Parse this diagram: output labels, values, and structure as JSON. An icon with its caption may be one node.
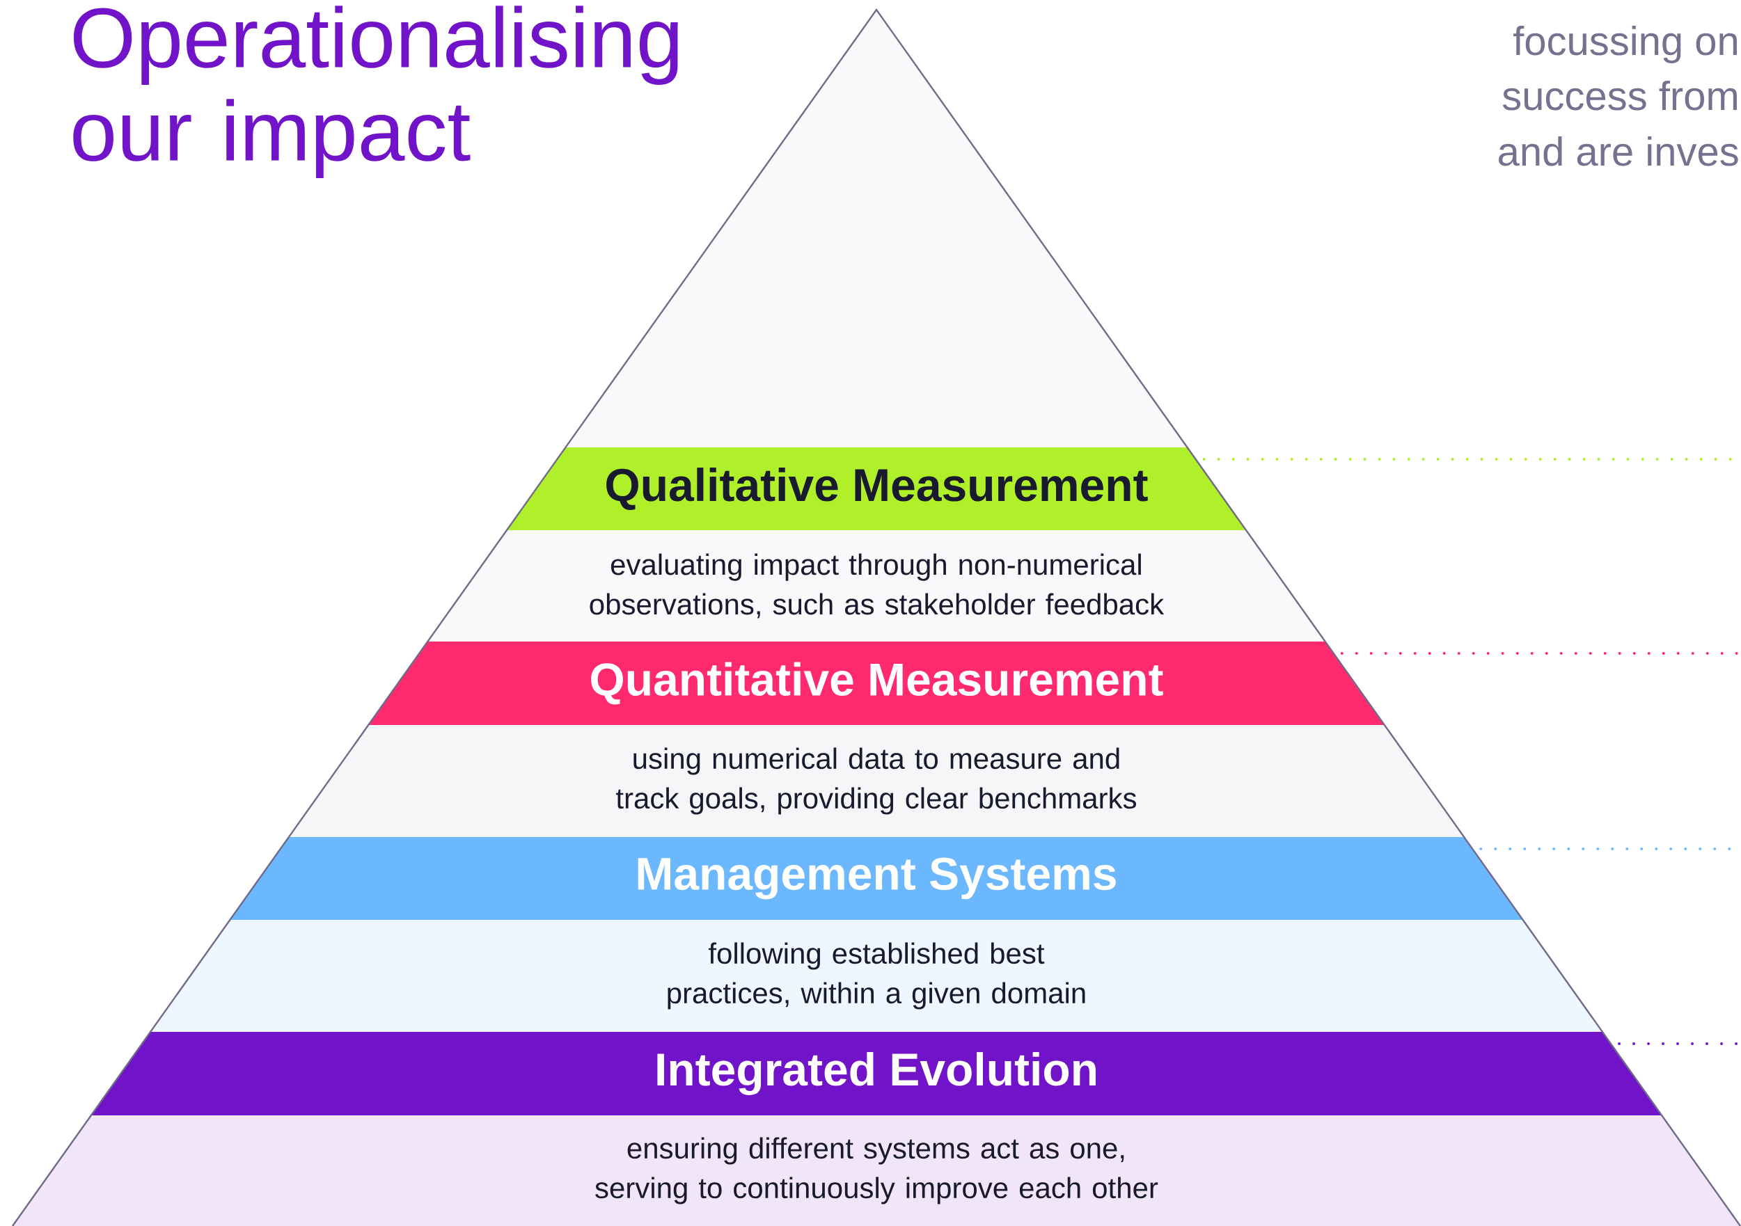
{
  "diagram": {
    "title": "Operationalising our impact",
    "nodes": [
      {
        "text": [
          "Qualitative Measurement"
        ]
      },
      {
        "text": [
          "evaluating impact through non-numerical observations, such as stakeholder feedback"
        ]
      },
      {
        "text": [
          "Quantitative Measurement"
        ]
      },
      {
        "text": [
          "using numerical data to measure and track goals, providing clear benchmarks"
        ]
      },
      {
        "text": [
          "Management Systems"
        ]
      },
      {
        "text": [
          "following established best practices, within a given domain"
        ]
      },
      {
        "text": [
          "Integrated Evolution"
        ]
      },
      {
        "text": [
          "ensuring different systems act as one, serving to continuously improve each other"
        ]
      }
    ],
    "edges": [
      {
        "from": 0,
        "to": null,
        "arrow": "none",
        "style": "dashed",
        "color": "#b0f02a"
      },
      {
        "from": 2,
        "to": null,
        "arrow": "none",
        "style": "dashed",
        "color": "#ff2a6d"
      },
      {
        "from": 4,
        "to": null,
        "arrow": "none",
        "style": "dashed",
        "color": "#6bb8ff"
      },
      {
        "from": 6,
        "to": null,
        "arrow": "none",
        "style": "dashed",
        "color": "#7113c8"
      }
    ],
    "labels": [
      "focussing on",
      "success from",
      "and are inves"
    ]
  }
}
